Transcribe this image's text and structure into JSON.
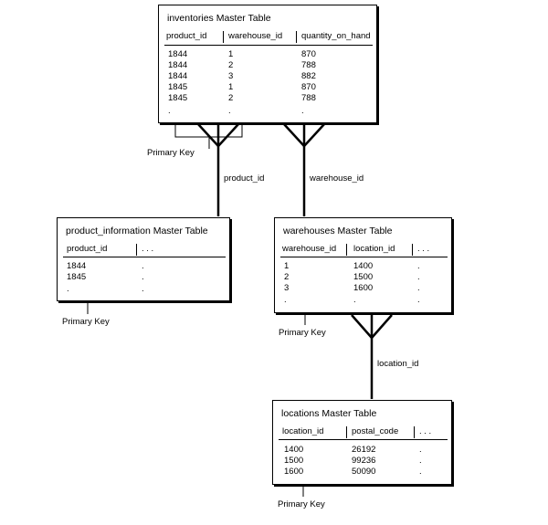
{
  "inventories": {
    "title": "inventories Master Table",
    "columns": [
      "product_id",
      "warehouse_id",
      "quantity_on_hand"
    ],
    "rows": [
      [
        "1844",
        "1",
        "870"
      ],
      [
        "1844",
        "2",
        "788"
      ],
      [
        "1844",
        "3",
        "882"
      ],
      [
        "1845",
        "1",
        "870"
      ],
      [
        "1845",
        "2",
        "788"
      ],
      [
        ".",
        ".",
        "."
      ]
    ],
    "primary_key_label": "Primary Key"
  },
  "product_information": {
    "title": "product_information Master Table",
    "columns": [
      "product_id",
      ". . ."
    ],
    "rows": [
      [
        "1844",
        "."
      ],
      [
        "1845",
        "."
      ],
      [
        ".",
        "."
      ]
    ],
    "primary_key_label": "Primary Key"
  },
  "warehouses": {
    "title": "warehouses Master Table",
    "columns": [
      "warehouse_id",
      "location_id",
      ". . ."
    ],
    "rows": [
      [
        "1",
        "1400",
        "."
      ],
      [
        "2",
        "1500",
        "."
      ],
      [
        "3",
        "1600",
        "."
      ],
      [
        ".",
        ".",
        "."
      ]
    ],
    "primary_key_label": "Primary Key"
  },
  "locations": {
    "title": "locations Master Table",
    "columns": [
      "location_id",
      "postal_code",
      ". . ."
    ],
    "rows": [
      [
        "1400",
        "26192",
        "."
      ],
      [
        "1500",
        "99236",
        "."
      ],
      [
        "1600",
        "50090",
        "."
      ]
    ],
    "primary_key_label": "Primary Key"
  },
  "relationships": {
    "product_id": "product_id",
    "warehouse_id": "warehouse_id",
    "location_id": "location_id"
  }
}
